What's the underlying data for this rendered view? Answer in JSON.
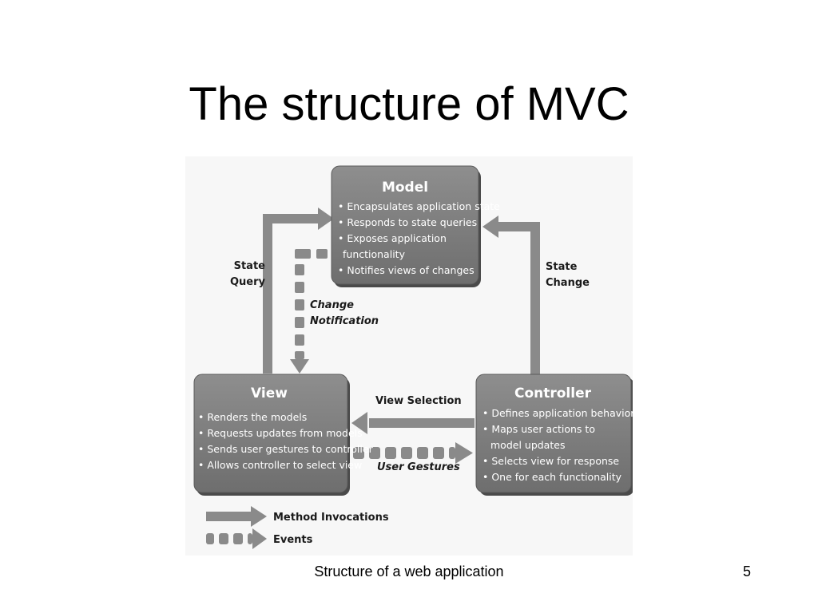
{
  "slide": {
    "title": "The structure of MVC",
    "footer": "Structure of a web application",
    "page_number": "5"
  },
  "diagram": {
    "model": {
      "title": "Model",
      "bullets": [
        "• Encapsulates application state",
        "• Responds to state queries",
        "• Exposes application",
        "functionality",
        "• Notifies views of changes"
      ]
    },
    "view": {
      "title": "View",
      "bullets": [
        "• Renders the models",
        "• Requests updates from models",
        "• Sends user gestures to controller",
        "• Allows controller to select view"
      ]
    },
    "controller": {
      "title": "Controller",
      "bullets": [
        "• Defines application behavior",
        "• Maps user actions to",
        "model updates",
        "• Selects view for response",
        "• One for each functionality"
      ]
    },
    "labels": {
      "state_query": [
        "State",
        "Query"
      ],
      "state_change": [
        "State",
        "Change"
      ],
      "change_notification": [
        "Change",
        "Notification"
      ],
      "view_selection": "View Selection",
      "user_gestures": "User Gestures"
    },
    "legend": {
      "method_invocations": "Method Invocations",
      "events": "Events"
    }
  }
}
